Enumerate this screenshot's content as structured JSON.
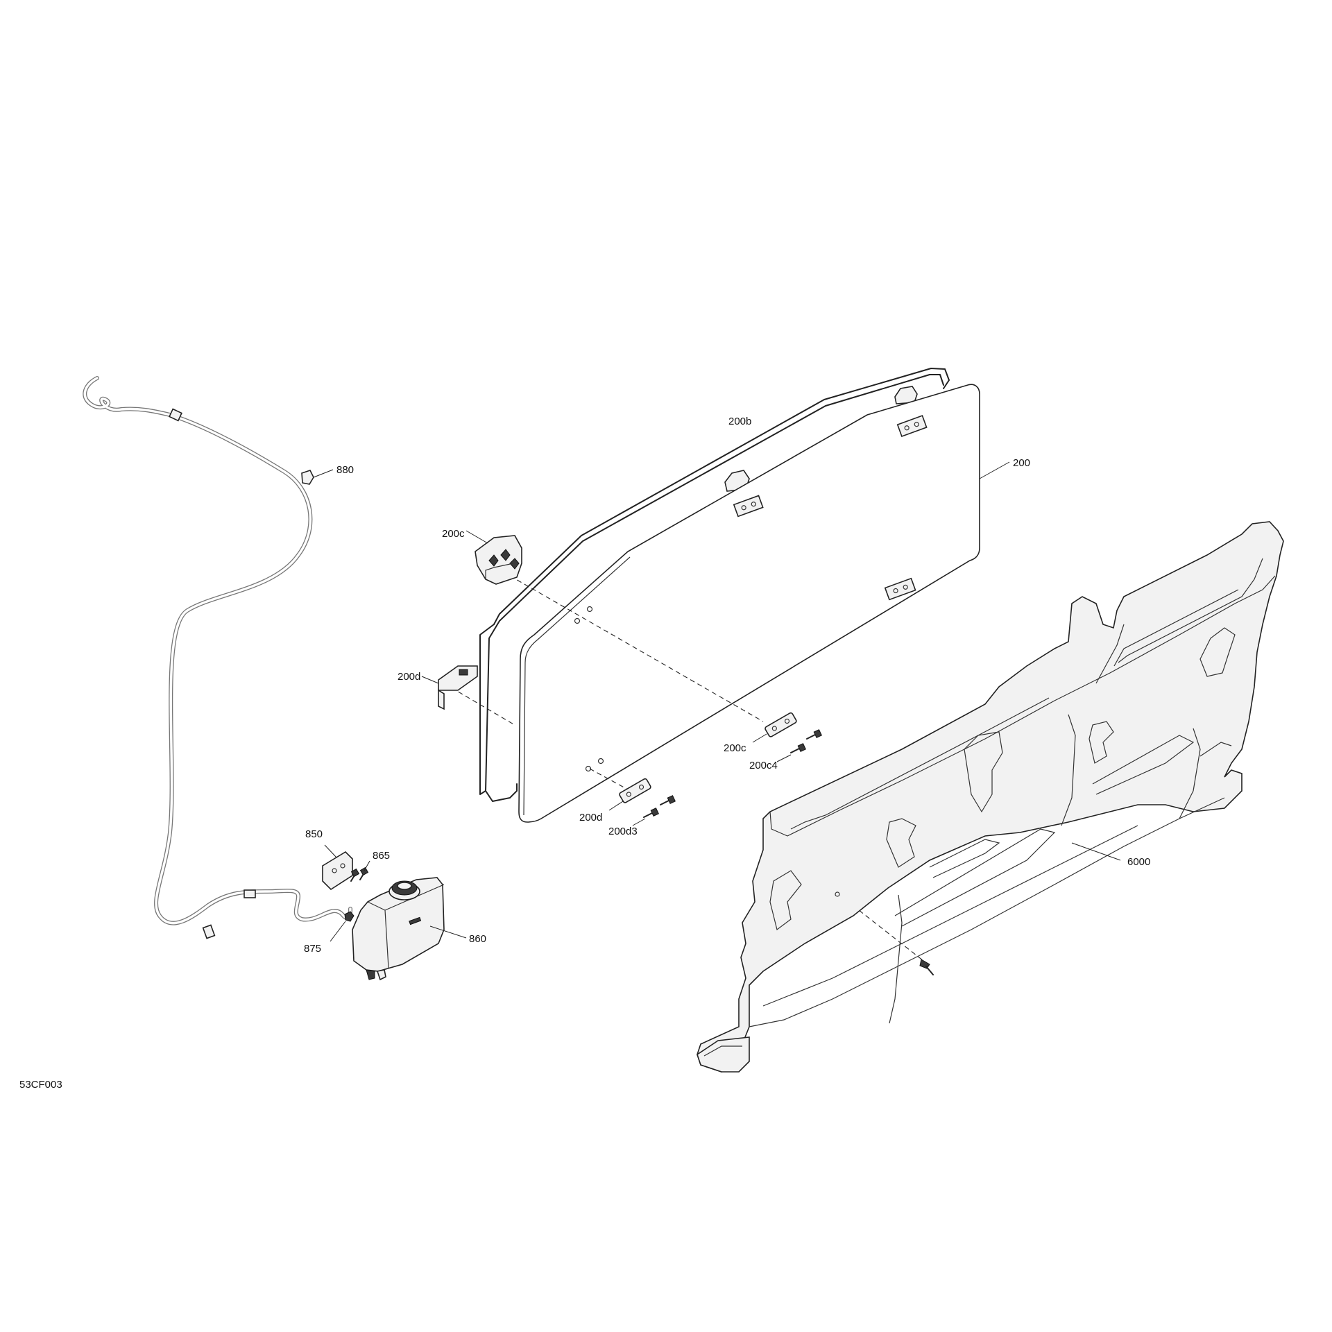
{
  "diagram": {
    "reference_code": "53CF003",
    "labels": {
      "window": "200",
      "seal": "200b",
      "latch_upper": "200c",
      "latch_plate_right": "200c",
      "latch_screw": "200c4",
      "latch_lower": "200d",
      "latch_plate_lower": "200d",
      "latch_lower_screw": "200d3",
      "panel": "6000",
      "bracket": "850",
      "bracket_screw": "865",
      "reservoir": "860",
      "nut": "875",
      "clip": "880"
    }
  }
}
